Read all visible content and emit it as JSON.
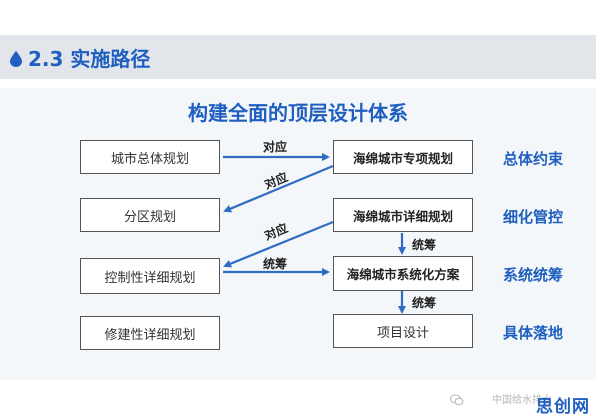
{
  "header": {
    "section_title": "2.3 实施路径"
  },
  "diagram": {
    "title": "构建全面的顶层设计体系",
    "left_boxes": [
      "城市总体规划",
      "分区规划",
      "控制性详细规划",
      "修建性详细规划"
    ],
    "right_boxes": [
      "海绵城市专项规划",
      "海绵城市详细规划",
      "海绵城市系统化方案",
      "项目设计"
    ],
    "right_labels": [
      "总体约束",
      "细化管控",
      "系统统筹",
      "具体落地"
    ],
    "connectors": {
      "top_horizontal": "对应",
      "upper_diagonal": "对应",
      "lower_diagonal": "对应",
      "bottom_horizontal": "统筹",
      "vertical_upper": "统筹",
      "vertical_lower": "统筹"
    },
    "colors": {
      "accent_blue": "#1f5fbf",
      "arrow_blue": "#2f6cc4",
      "box_border": "#555555",
      "header_band": "#e2e6ea"
    }
  },
  "footer": {
    "watermark": "中国给水排水",
    "logo_text": "思创网"
  }
}
